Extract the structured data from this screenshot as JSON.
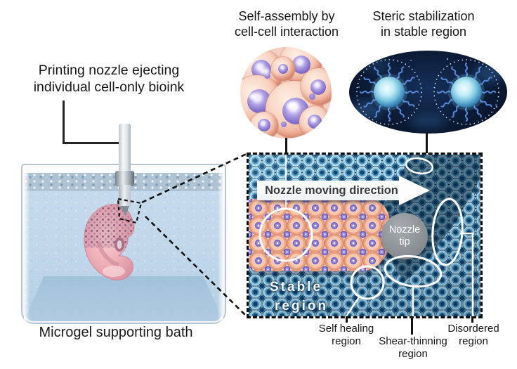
{
  "figure": {
    "left": {
      "nozzle_caption_line1": "Printing nozzle ejecting",
      "nozzle_caption_line2": "individual cell-only bioink",
      "bath_caption": "Microgel supporting bath"
    },
    "insets": {
      "self_assembly": {
        "title_line1": "Self-assembly by",
        "title_line2": "cell-cell interaction"
      },
      "steric_stabilization": {
        "title_line1": "Steric stabilization",
        "title_line2": "in stable region"
      }
    },
    "panel": {
      "arrow_label": "Nozzle moving direction",
      "nozzle_tip": {
        "line1": "Nozzle",
        "line2": "tip"
      },
      "stable_region": {
        "line1": "Stable",
        "line2": "region"
      },
      "callouts": {
        "self_healing": {
          "line1": "Self healing",
          "line2": "region"
        },
        "shear_thinning": {
          "line1": "Shear-thinning",
          "line2": "region"
        },
        "disordered": {
          "line1": "Disordered",
          "line2": "region"
        }
      }
    },
    "colors": {
      "bead_blue": "#7fb8d8",
      "bead_core": "#12436b",
      "cell_pink": "#f2b9a0",
      "nucleus_purple": "#7a67c4",
      "nozzle_tip_gray": "#8b9194",
      "bath_blue": "#c3d9ea",
      "steric_inset_navy": "#0c1b36",
      "annotation_white": "#ffffff"
    }
  }
}
